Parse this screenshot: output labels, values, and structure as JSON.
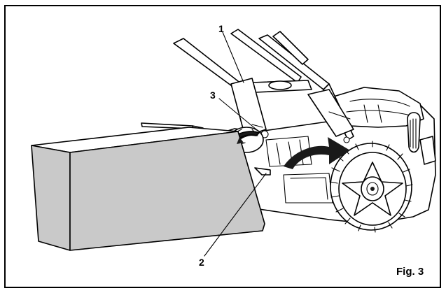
{
  "figure": {
    "label": "Fig. 3",
    "callouts": [
      {
        "id": "callout-1",
        "number": "1"
      },
      {
        "id": "callout-2",
        "number": "2"
      },
      {
        "id": "callout-3",
        "number": "3"
      }
    ]
  },
  "colors": {
    "frame": "#000000",
    "grass_box": "#c9c9c9",
    "arrow": "#000000",
    "background": "#ffffff"
  }
}
